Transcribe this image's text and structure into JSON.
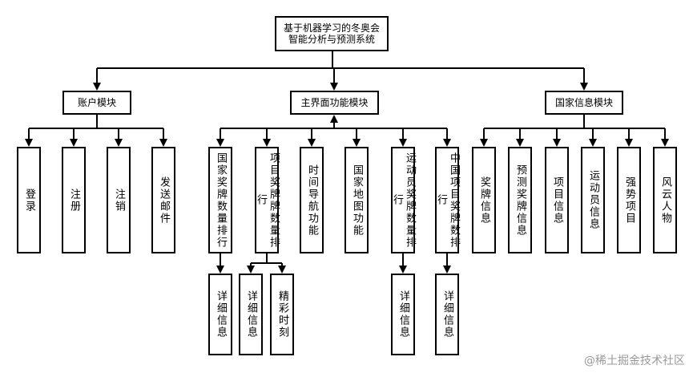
{
  "diagram": {
    "root": {
      "label": "基于机器学习的冬奥会智能分析与预测系统"
    },
    "modules": [
      {
        "label": "账户模块",
        "children": [
          {
            "label": "登录"
          },
          {
            "label": "注册"
          },
          {
            "label": "注销"
          },
          {
            "label": "发送邮件"
          }
        ]
      },
      {
        "label": "主界面功能模块",
        "children": [
          {
            "label": "国家奖牌数量排行",
            "children": [
              {
                "label": "详细信息"
              }
            ]
          },
          {
            "label": "项目奖牌牌数量排行",
            "children": [
              {
                "label": "详细信息"
              },
              {
                "label": "精彩时刻"
              }
            ]
          },
          {
            "label": "时间导航功能"
          },
          {
            "label": "国家地图功能"
          },
          {
            "label": "运动员奖牌数量排行",
            "children": [
              {
                "label": "详细信息"
              }
            ]
          },
          {
            "label": "中国项目奖牌数排行",
            "children": [
              {
                "label": "详细信息"
              }
            ]
          }
        ]
      },
      {
        "label": "国家信息模块",
        "children": [
          {
            "label": "奖牌信息"
          },
          {
            "label": "预测奖牌信息"
          },
          {
            "label": "项目信息"
          },
          {
            "label": "运动员信息"
          },
          {
            "label": "强势项目"
          },
          {
            "label": "风云人物"
          }
        ]
      }
    ]
  },
  "watermark": "@稀土掘金技术社区"
}
